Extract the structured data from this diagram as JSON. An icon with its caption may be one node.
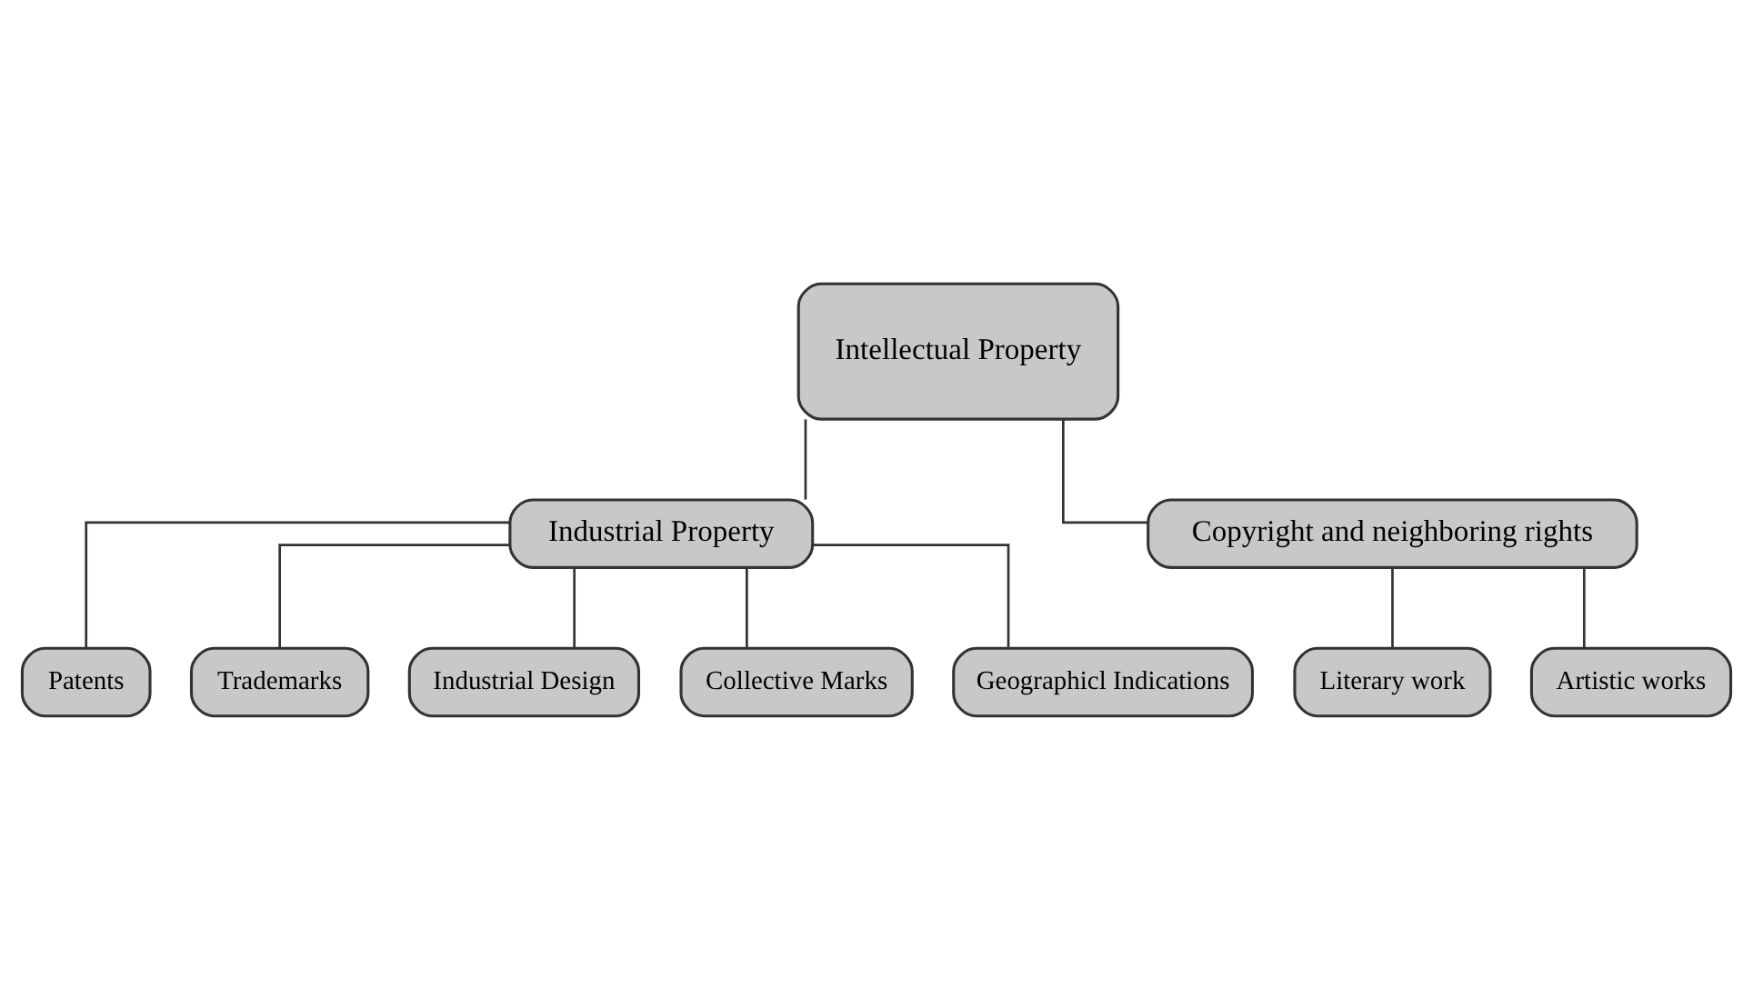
{
  "diagram": {
    "nodes": [
      {
        "text": [
          "Intellectual Property"
        ]
      },
      {
        "text": [
          "Industrial Property"
        ]
      },
      {
        "text": [
          "Copyright and neighboring rights"
        ]
      },
      {
        "text": [
          "Patents"
        ]
      },
      {
        "text": [
          "Trademarks"
        ]
      },
      {
        "text": [
          "Industrial Design"
        ]
      },
      {
        "text": [
          "Collective Marks"
        ]
      },
      {
        "text": [
          "Geographicl Indications"
        ]
      },
      {
        "text": [
          "Literary work"
        ]
      },
      {
        "text": [
          "Artistic works"
        ]
      }
    ],
    "edges": [
      {
        "from": 0,
        "to": 1,
        "arrow": "none"
      },
      {
        "from": 0,
        "to": 2,
        "arrow": "none"
      },
      {
        "from": 1,
        "to": 3,
        "arrow": "none"
      },
      {
        "from": 1,
        "to": 4,
        "arrow": "none"
      },
      {
        "from": 1,
        "to": 5,
        "arrow": "none"
      },
      {
        "from": 1,
        "to": 6,
        "arrow": "none"
      },
      {
        "from": 1,
        "to": 7,
        "arrow": "none"
      },
      {
        "from": 2,
        "to": 8,
        "arrow": "none"
      },
      {
        "from": 2,
        "to": 9,
        "arrow": "none"
      }
    ]
  }
}
